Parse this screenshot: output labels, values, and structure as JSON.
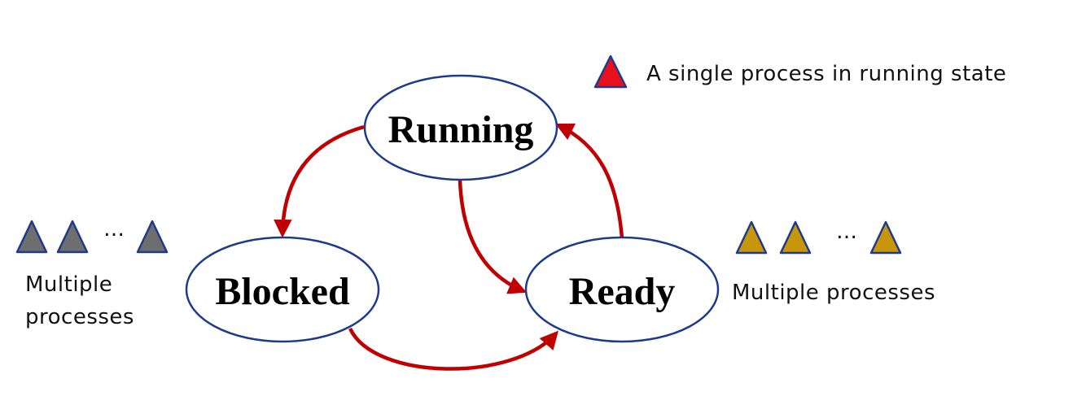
{
  "states": {
    "running": "Running",
    "blocked": "Blocked",
    "ready": "Ready"
  },
  "legend": {
    "single_running": "A single process in running state"
  },
  "queues": {
    "blocked": {
      "caption_line1": "Multiple",
      "caption_line2": "processes",
      "ellipsis": "…"
    },
    "ready": {
      "caption": "Multiple processes",
      "ellipsis": "…"
    }
  },
  "colors": {
    "ellipse_stroke": "#1f3a8a",
    "arrow": "#c00000",
    "running_triangle": "#e8101a",
    "blocked_triangle": "#6e6e6e",
    "ready_triangle": "#c8960a",
    "triangle_stroke": "#1f3a8a"
  }
}
